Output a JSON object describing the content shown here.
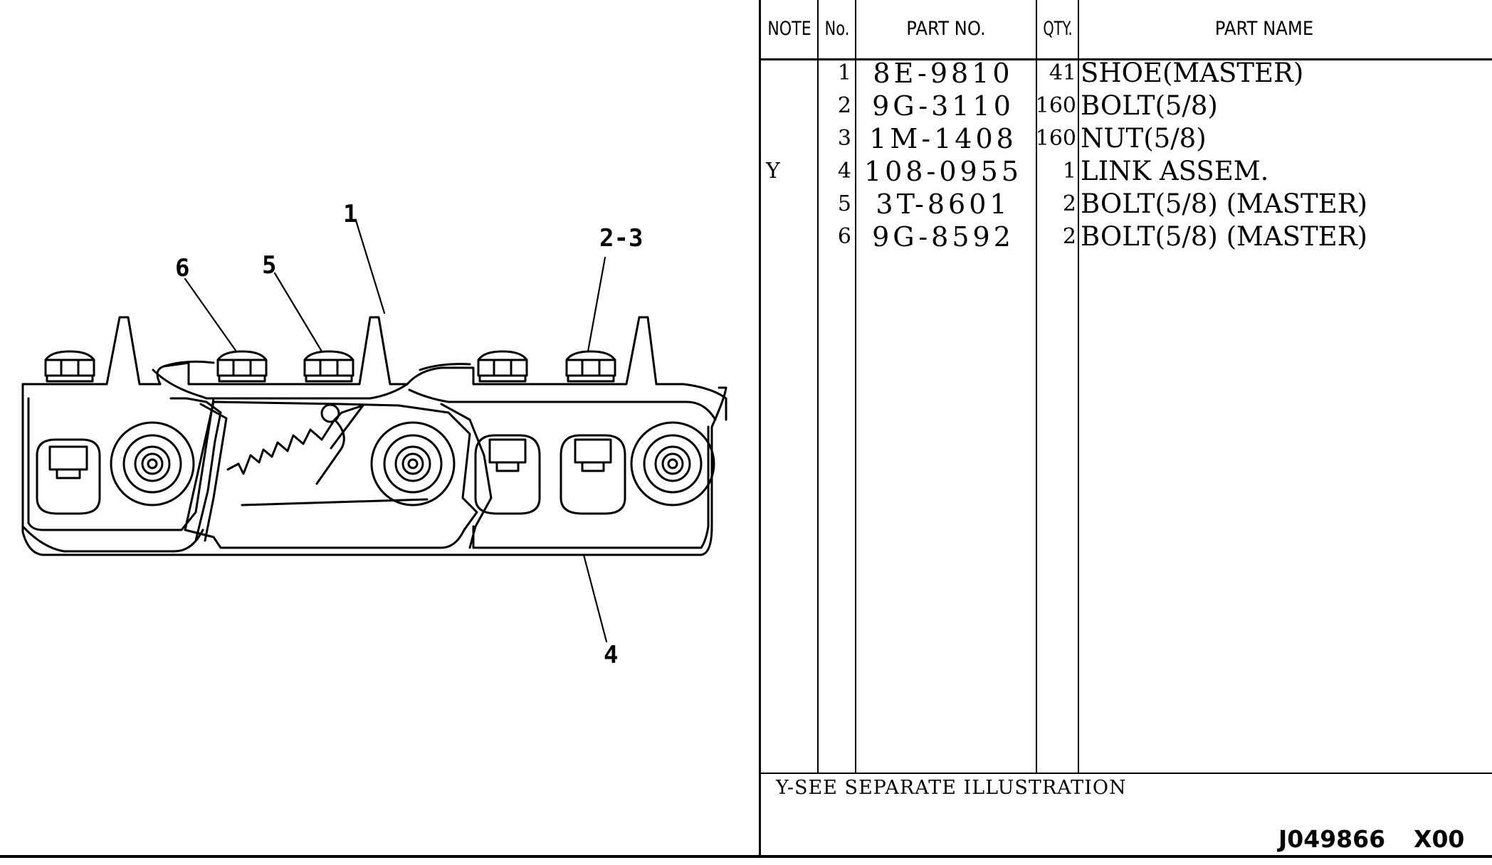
{
  "callouts": {
    "c1": "1",
    "c23": "2-3",
    "c4": "4",
    "c5": "5",
    "c6": "6"
  },
  "table": {
    "headers": {
      "note": "NOTE",
      "no": "No.",
      "part_no": "PART NO.",
      "qty": "QTY.",
      "part_name": "PART NAME"
    },
    "rows": [
      {
        "note": "",
        "no": "1",
        "part_no": "8E-9810",
        "qty": "41",
        "part_name": "SHOE(MASTER)"
      },
      {
        "note": "",
        "no": "2",
        "part_no": "9G-3110",
        "qty": "160",
        "part_name": "BOLT(5/8)"
      },
      {
        "note": "",
        "no": "3",
        "part_no": "1M-1408",
        "qty": "160",
        "part_name": "NUT(5/8)"
      },
      {
        "note": "Y",
        "no": "4",
        "part_no": "108-0955",
        "qty": "1",
        "part_name": "LINK ASSEM."
      },
      {
        "note": "",
        "no": "5",
        "part_no": "3T-8601",
        "qty": "2",
        "part_name": "BOLT(5/8) (MASTER)"
      },
      {
        "note": "",
        "no": "6",
        "part_no": "9G-8592",
        "qty": "2",
        "part_name": "BOLT(5/8) (MASTER)"
      }
    ]
  },
  "footnote": "Y-SEE SEPARATE ILLUSTRATION",
  "drawing_number": "J049866",
  "revision": "X00"
}
